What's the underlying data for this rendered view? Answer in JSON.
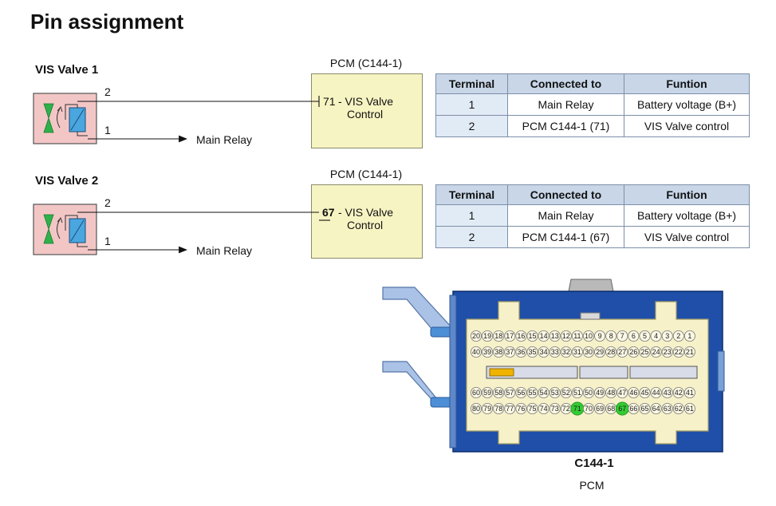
{
  "title": "Pin assignment",
  "valves": [
    {
      "title": "VIS Valve 1",
      "pin_top": "2",
      "pin_bottom": "1",
      "relay_label": "Main Relay",
      "pcm_label": "PCM (C144-1)",
      "pcm_pin": "71",
      "pcm_text_line1": "- VIS Valve",
      "pcm_text_line2": "Control",
      "table": {
        "headers": [
          "Terminal",
          "Connected to",
          "Funtion"
        ],
        "rows": [
          [
            "1",
            "Main Relay",
            "Battery voltage (B+)"
          ],
          [
            "2",
            "PCM C144-1 (71)",
            "VIS Valve control"
          ]
        ]
      }
    },
    {
      "title": "VIS Valve 2",
      "pin_top": "2",
      "pin_bottom": "1",
      "relay_label": "Main Relay",
      "pcm_label": "PCM (C144-1)",
      "pcm_pin": "67",
      "pcm_text_line1": "- VIS Valve",
      "pcm_text_line2": "Control",
      "table": {
        "headers": [
          "Terminal",
          "Connected to",
          "Funtion"
        ],
        "rows": [
          [
            "1",
            "Main Relay",
            "Battery voltage (B+)"
          ],
          [
            "2",
            "PCM C144-1 (67)",
            "VIS Valve control"
          ]
        ]
      }
    }
  ],
  "connector": {
    "name": "C144-1",
    "subtitle": "PCM",
    "rows": [
      [
        "20",
        "19",
        "18",
        "17",
        "16",
        "15",
        "14",
        "13",
        "12",
        "11",
        "10",
        "9",
        "8",
        "7",
        "6",
        "5",
        "4",
        "3",
        "2",
        "1"
      ],
      [
        "40",
        "39",
        "38",
        "37",
        "36",
        "35",
        "34",
        "33",
        "32",
        "31",
        "30",
        "29",
        "28",
        "27",
        "26",
        "25",
        "24",
        "23",
        "22",
        "21"
      ],
      [
        "60",
        "59",
        "58",
        "57",
        "56",
        "55",
        "54",
        "53",
        "52",
        "51",
        "50",
        "49",
        "48",
        "47",
        "46",
        "45",
        "44",
        "43",
        "42",
        "41"
      ],
      [
        "80",
        "79",
        "78",
        "77",
        "76",
        "75",
        "74",
        "73",
        "72",
        "71",
        "70",
        "69",
        "68",
        "67",
        "66",
        "65",
        "64",
        "63",
        "62",
        "61"
      ]
    ],
    "highlighted_pins": [
      "71",
      "67"
    ],
    "highlight_color": "#33cc33",
    "body_color": "#1f4fa8",
    "face_color": "#f6f1c9"
  }
}
